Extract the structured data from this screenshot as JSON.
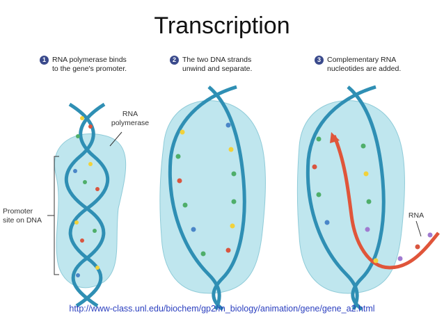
{
  "title": "Transcription",
  "steps": [
    {
      "number": "1",
      "text": "RNA polymerase binds\nto the gene's promoter."
    },
    {
      "number": "2",
      "text": "The two DNA strands\nunwind and separate."
    },
    {
      "number": "3",
      "text": "Complementary RNA\nnucleotides are added."
    }
  ],
  "labels": {
    "polymerase": "RNA\npolymerase",
    "promoter": "Promoter\nsite on DNA",
    "rna": "RNA"
  },
  "source_url": "http://www-class.unl.edu/biochem/gp2/m_biology/animation/gene/gene_a2.html",
  "colors": {
    "polymerase_fill": "#bfe6ee",
    "dna_strand": "#2f8fb4",
    "rna_strand": "#e0553a",
    "base_yellow": "#f2d23a",
    "base_green": "#4fae6a",
    "base_red": "#d9553f",
    "base_blue": "#4a86c8",
    "base_purple": "#a07ad0"
  }
}
